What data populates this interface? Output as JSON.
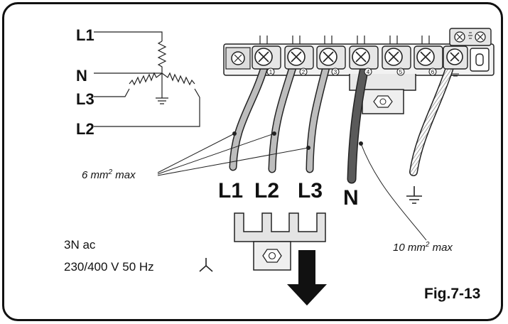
{
  "star_diagram": {
    "labels": {
      "l1": "L1",
      "n": "N",
      "l3": "L3",
      "l2": "L2"
    }
  },
  "terminals": {
    "numbers": [
      "1",
      "2",
      "3",
      "4",
      "5",
      "6"
    ]
  },
  "annotations": {
    "cable_size_phase": "6 mm",
    "cable_size_phase_sup": "2",
    "cable_size_phase_suffix": " max",
    "cable_size_neutral": "10 mm",
    "cable_size_neutral_sup": "2",
    "cable_size_neutral_suffix": " max"
  },
  "wire_labels": {
    "l1": "L1",
    "l2": "L2",
    "l3": "L3",
    "n": "N"
  },
  "supply": {
    "line1": "3N ac",
    "line2": "230/400 V 50 Hz"
  },
  "figure": {
    "label": "Fig.7-13"
  }
}
